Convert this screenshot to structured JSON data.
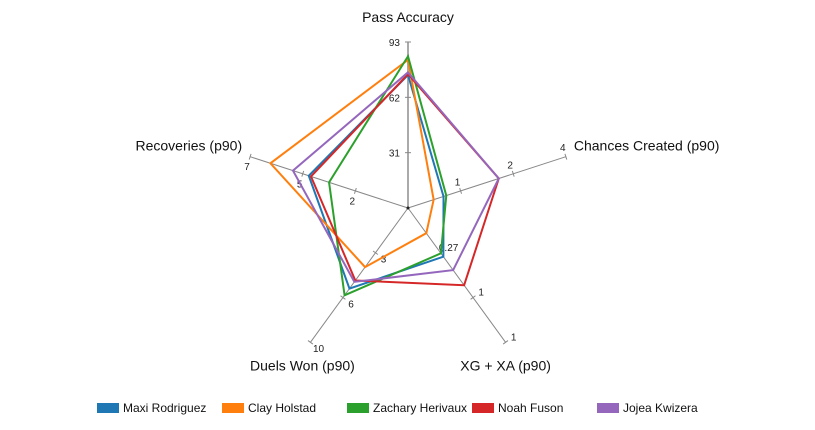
{
  "chart_data": {
    "type": "radar",
    "axes": [
      {
        "label": "Pass Accuracy",
        "max": 93,
        "ticks": [
          "31",
          "62",
          "93"
        ]
      },
      {
        "label": "Chances Created (p90)",
        "max": 4,
        "ticks": [
          "1",
          "2",
          "4"
        ]
      },
      {
        "label": "XG + XA (p90)",
        "max": 0.8,
        "ticks": [
          "0.27",
          "1",
          "1"
        ]
      },
      {
        "label": "Duels Won (p90)",
        "max": 10,
        "ticks": [
          "3",
          "6",
          "10"
        ]
      },
      {
        "label": "Recoveries (p90)",
        "max": 7,
        "ticks": [
          "2",
          "5",
          "7"
        ]
      }
    ],
    "series": [
      {
        "name": "Maxi Rodriguez",
        "color": "#1f77b4",
        "values": [
          74.5,
          0.9,
          0.29,
          6.0,
          4.4
        ]
      },
      {
        "name": "Clay Holstad",
        "color": "#ff7f0e",
        "values": [
          83,
          0.65,
          0.15,
          4.4,
          6.1
        ]
      },
      {
        "name": "Zachary Herivaux",
        "color": "#2ca02c",
        "values": [
          85,
          0.97,
          0.27,
          6.5,
          3.5
        ]
      },
      {
        "name": "Noah Fuson",
        "color": "#d62728",
        "values": [
          75,
          2.3,
          0.46,
          5.4,
          4.3
        ]
      },
      {
        "name": "Jojea Kwizera",
        "color": "#9467bd",
        "values": [
          76,
          2.3,
          0.37,
          5.5,
          5.1
        ]
      }
    ],
    "legend_position": "bottom"
  }
}
